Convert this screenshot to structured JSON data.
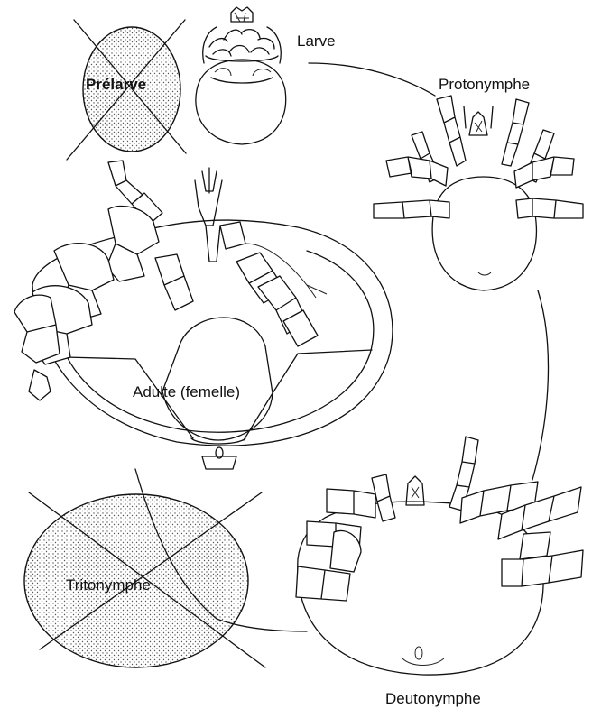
{
  "labels": {
    "prelarve": "Prélarve",
    "larve": "Larve",
    "protonymphe": "Protonymphe",
    "adulte": "Adulte (femelle)",
    "tritonymphe": "Tritonymphe",
    "deutonymphe": "Deutonymphe"
  },
  "colors": {
    "line": "#111111",
    "stipple": "#555555",
    "background": "#ffffff"
  }
}
